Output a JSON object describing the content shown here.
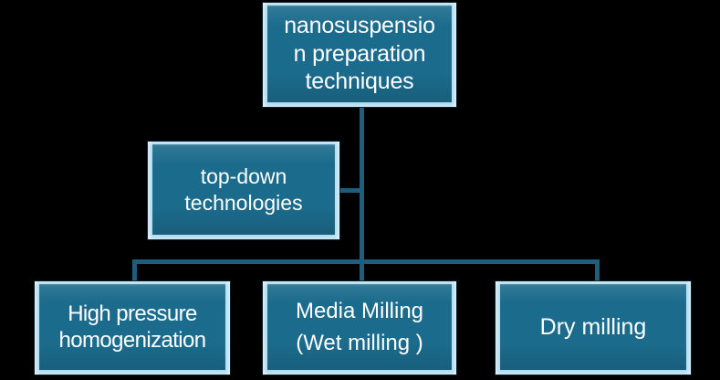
{
  "diagram": {
    "type": "flowchart",
    "orientation": "top-down",
    "background_color": "#000000",
    "node_fill_color": "#1b6b8c",
    "node_bevel_color": "#a8d8ee",
    "connector_color": "#1d5e7d",
    "text_color": "#ffffff"
  },
  "nodes": {
    "root": {
      "label": "nanosuspensio\nn preparation\ntechniques",
      "level": 0
    },
    "topdown": {
      "label": "top-down\ntechnologies",
      "level": 1
    },
    "high_pressure_homogenization": {
      "label": "High pressure\nhomogenization",
      "level": 2
    },
    "media_milling": {
      "line1": "Media Milling",
      "line2": "(Wet milling )",
      "level": 2
    },
    "dry_milling": {
      "label": "Dry  milling",
      "level": 2
    }
  },
  "connectors": [
    {
      "name": "root-to-trunk",
      "from": "root",
      "to": "trunk"
    },
    {
      "name": "trunk-to-topdown",
      "from": "trunk",
      "to": "topdown"
    },
    {
      "name": "trunk-to-branch-bar",
      "from": "trunk",
      "to": "branch-bar"
    },
    {
      "name": "branch-bar-to-hph",
      "from": "branch-bar",
      "to": "high_pressure_homogenization"
    },
    {
      "name": "branch-bar-to-media",
      "from": "branch-bar",
      "to": "media_milling"
    },
    {
      "name": "branch-bar-to-dry",
      "from": "branch-bar",
      "to": "dry_milling"
    }
  ]
}
